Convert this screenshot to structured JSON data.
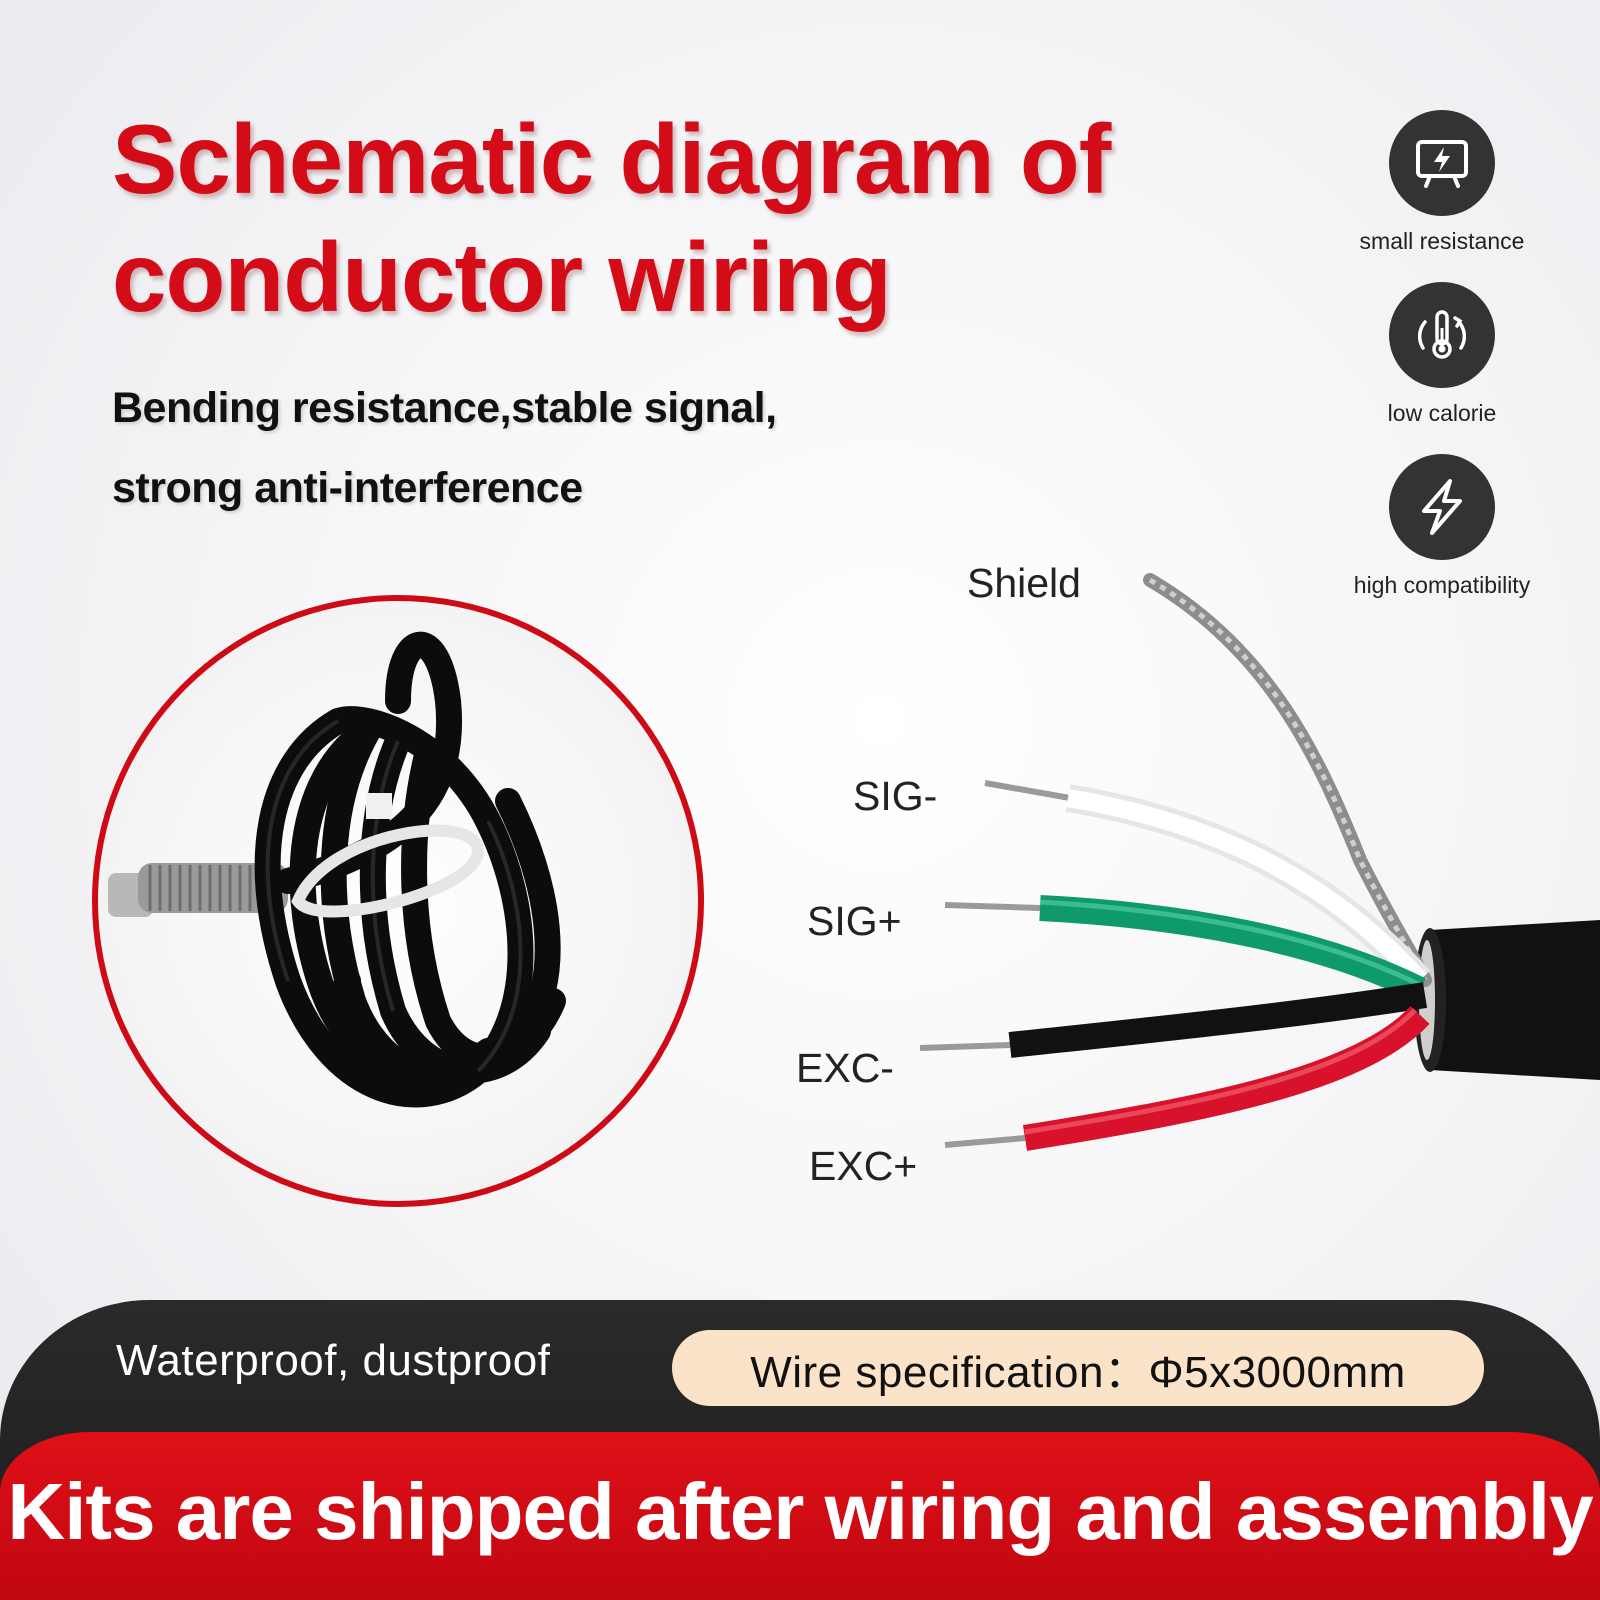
{
  "header": {
    "title_lines": [
      "Schematic diagram of",
      "conductor wiring"
    ],
    "subtitle_lines": [
      "Bending resistance,stable signal,",
      "strong anti-interference"
    ]
  },
  "features": [
    {
      "label": "small resistance",
      "icon": "monitor-bolt-icon"
    },
    {
      "label": "low calorie",
      "icon": "thermometer-cycle-icon"
    },
    {
      "label": "high compatibility",
      "icon": "lightning-icon"
    }
  ],
  "wires": [
    {
      "label": "Shield",
      "color": "#9a9a9a"
    },
    {
      "label": "SIG-",
      "color": "#f5f5f5"
    },
    {
      "label": "SIG+",
      "color": "#0f9a6e"
    },
    {
      "label": "EXC-",
      "color": "#111111"
    },
    {
      "label": "EXC+",
      "color": "#d8122a"
    }
  ],
  "footer": {
    "feature_text": "Waterproof, dustproof",
    "spec_text": "Wire specification：Φ5x3000mm",
    "banner_text": "Kits are shipped after wiring and assembly"
  },
  "colors": {
    "accent_red": "#d40c17",
    "dark": "#222222",
    "pill": "#fbe3c9"
  }
}
